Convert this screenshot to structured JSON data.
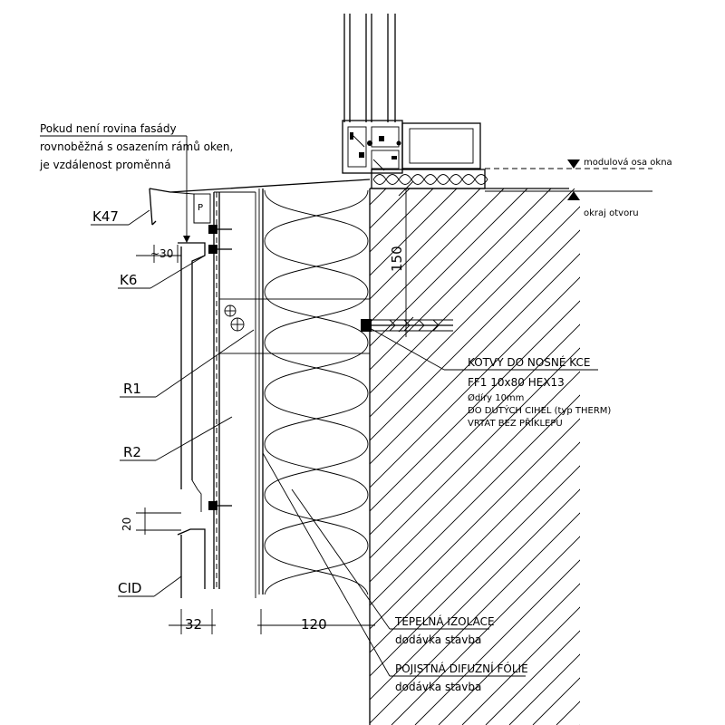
{
  "notes": {
    "facade": [
      "Pokud není rovina fasády",
      "rovnoběžná s osazením rámů oken,",
      "je vzdálenost proměnná"
    ]
  },
  "levels": {
    "module_axis": "modulová osa okna",
    "opening_edge": "okraj otvoru"
  },
  "labels": {
    "k47": "K47",
    "k6": "K6",
    "r1": "R1",
    "r2": "R2",
    "cid": "CID",
    "p": "P"
  },
  "dimensions": {
    "d30": "~30",
    "d150": "150",
    "d20": "20",
    "d32": "32",
    "d120": "120"
  },
  "anchor": {
    "title": "KOTVY DO NOSNÉ KCE",
    "spec": "FF1 10x80 HEX13",
    "lines": [
      "Ødíry 10mm",
      "DO DUTÝCH CIHEL (typ THERM)",
      "VRTAT BEZ PŘÍKLEPU"
    ]
  },
  "insulation": {
    "title": "TEPELNÁ IZOLACE",
    "supply": "dodávka stavba"
  },
  "membrane": {
    "title": "POJISTNÁ DIFUZNÍ FÓLIE",
    "supply": "dodávka stavba"
  }
}
